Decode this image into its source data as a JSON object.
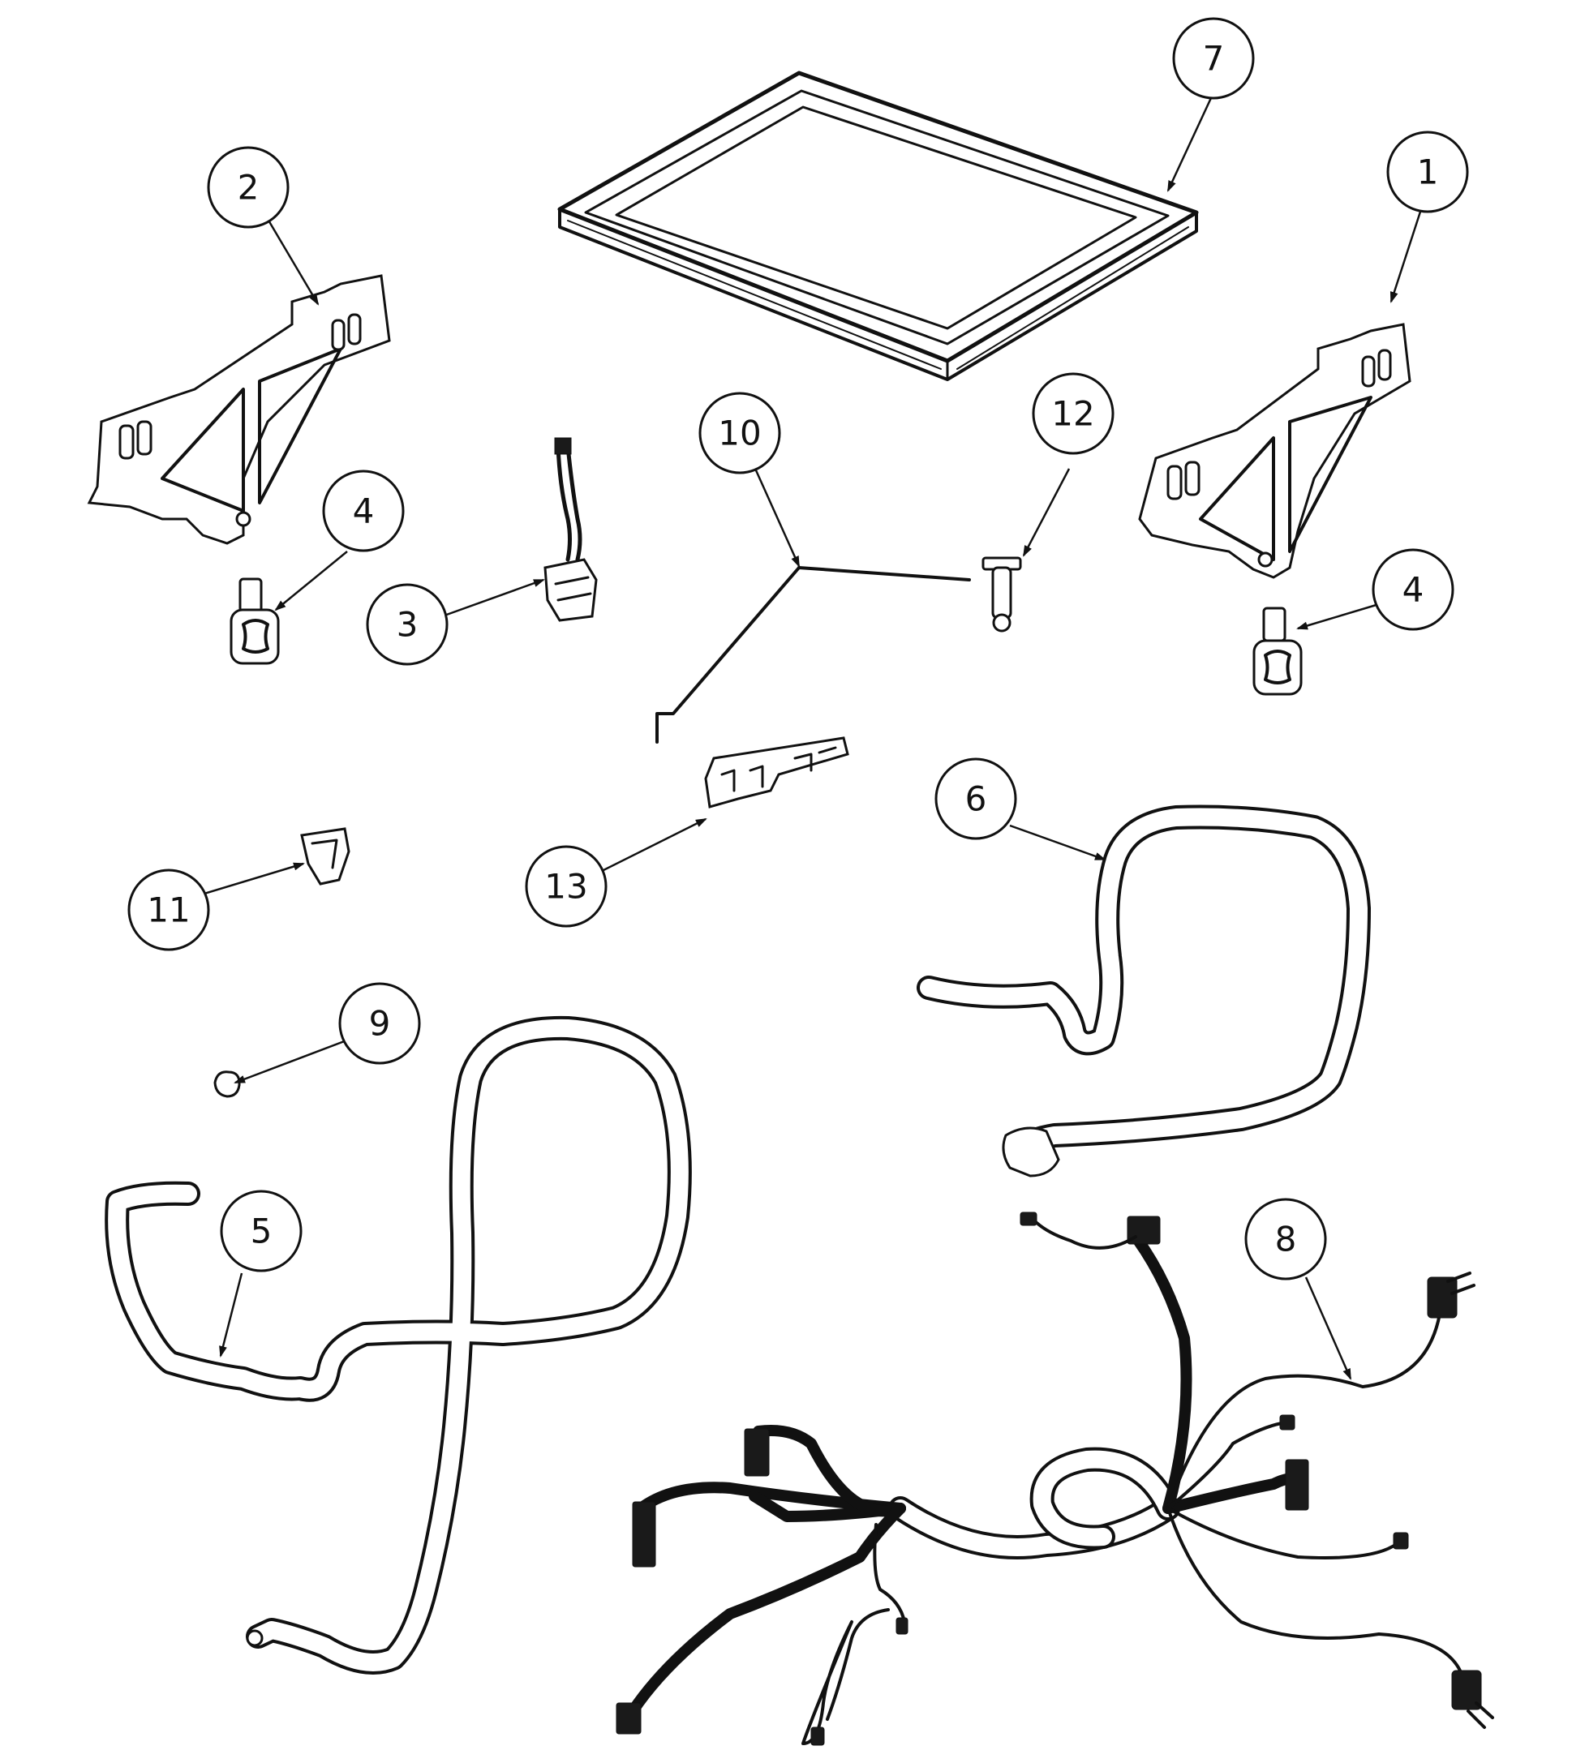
{
  "diagram": {
    "callouts": [
      "1",
      "2",
      "3",
      "4",
      "4",
      "5",
      "6",
      "7",
      "8",
      "9",
      "10",
      "11",
      "12",
      "13"
    ]
  }
}
